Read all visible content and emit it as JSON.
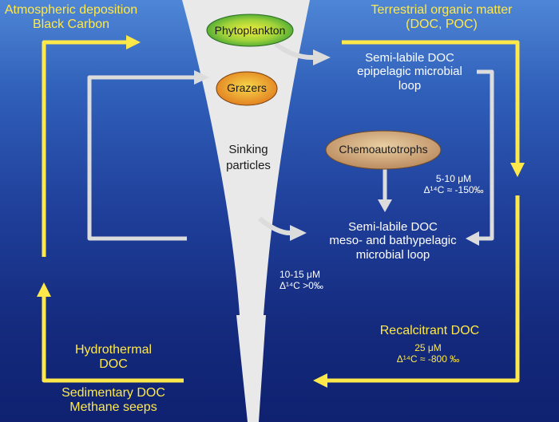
{
  "colors": {
    "flow_arrow": "#ffe94a",
    "loop_arrow": "#dcdcdc",
    "sinking_wedge": "#e9e9e9"
  },
  "labels": {
    "atmospheric": [
      "Atmospheric deposition",
      "Black Carbon"
    ],
    "terrestrial": [
      "Terrestrial organic matter",
      "(DOC, POC)"
    ],
    "phytoplankton": "Phytoplankton",
    "grazers": "Grazers",
    "sinking": [
      "Sinking",
      "particles"
    ],
    "epipelagic": [
      "Semi-labile DOC",
      "epipelagic microbial",
      "loop"
    ],
    "chemoautotrophs": "Chemoautotrophs",
    "epi_stats": [
      "5-10 μM",
      "Δ¹⁴C ≈ -150‰"
    ],
    "meso": [
      "Semi-labile DOC",
      "meso- and bathypelagic",
      "microbial loop"
    ],
    "meso_stats": [
      "10-15 μM",
      "Δ¹⁴C >0‰"
    ],
    "recalcitrant": "Recalcitrant DOC",
    "recalcitrant_stats": [
      "25 μM",
      "Δ¹⁴C ≈ -800 ‰"
    ],
    "hydrothermal": [
      "Hydrothermal",
      "DOC"
    ],
    "sedimentary": [
      "Sedimentary DOC",
      "Methane seeps"
    ]
  }
}
